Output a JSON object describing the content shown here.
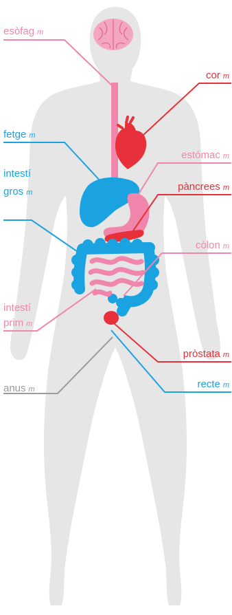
{
  "colors": {
    "body": "#e6e6e6",
    "pink": "#f086ac",
    "red": "#e8303a",
    "blue": "#1aa3e0",
    "gray": "#9b9b9b",
    "brain": "#f4a6bf"
  },
  "labels": {
    "esofag": {
      "word": "esòfag",
      "gender": "m",
      "color": "pink"
    },
    "cor": {
      "word": "cor",
      "gender": "m",
      "color": "red"
    },
    "fetge": {
      "word": "fetge",
      "gender": "m",
      "color": "blue"
    },
    "estomac": {
      "word": "estómac",
      "gender": "m",
      "color": "pink"
    },
    "intesti_gros_1": {
      "word": "intestí",
      "color": "blue"
    },
    "intesti_gros_2": {
      "word": "gros",
      "gender": "m",
      "color": "blue"
    },
    "pancrees": {
      "word": "pàncrees",
      "gender": "m",
      "color": "red"
    },
    "colon": {
      "word": "còlon",
      "gender": "m",
      "color": "pink"
    },
    "intesti_prim_1": {
      "word": "intestí",
      "color": "pink"
    },
    "intesti_prim_2": {
      "word": "prim",
      "gender": "m",
      "color": "pink"
    },
    "prostata": {
      "word": "pròstata",
      "gender": "m",
      "color": "red"
    },
    "recte": {
      "word": "recte",
      "gender": "m",
      "color": "blue"
    },
    "anus": {
      "word": "anus",
      "gender": "m",
      "color": "gray"
    }
  }
}
